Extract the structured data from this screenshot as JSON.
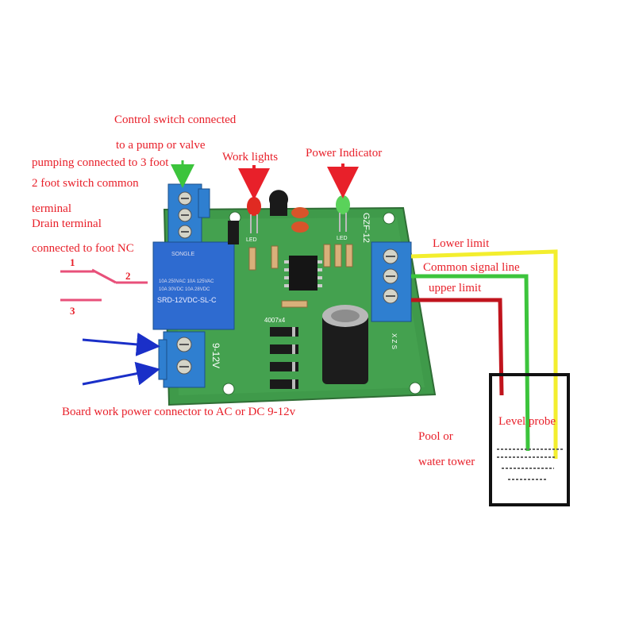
{
  "labels": {
    "control_switch_1": "Control switch connected",
    "control_switch_2": "to a pump or valve",
    "pumping": "pumping connected to 3 foot",
    "two_foot": "2 foot switch common",
    "terminal": "terminal",
    "drain": "Drain terminal",
    "connected_foot": "connected to  foot  NC",
    "work_lights": "Work lights",
    "power_indicator": "Power Indicator",
    "lower_limit": "Lower limit",
    "common_signal": "Common signal line",
    "upper_limit": "upper limit",
    "board_power": "Board work  power connector to AC or DC 9-12v",
    "level_probe": "Level probe",
    "pool_or": "Pool or",
    "water_tower": "water tower"
  },
  "switch_pins": {
    "pin1": "1",
    "pin2": "2",
    "pin3": "3"
  },
  "board": {
    "model": "GZF-12",
    "relay_brand": "SONGLE",
    "relay_rating_1": "10A 250VAC  10A 125VAC",
    "relay_rating_2": "10A 30VDC   10A 28VDC",
    "relay_model": "SRD-12VDC-SL-C",
    "voltage_label": "9-12V",
    "diode_label": "4007x4",
    "led1": "LED",
    "led2": "LED",
    "xzs": "X Z S"
  },
  "colors": {
    "pcb": "#3f9a4a",
    "terminal_block": "#2f7fd0",
    "label_red": "#e8202a",
    "wire_yellow": "#f3ee2e",
    "wire_green": "#3cc43c",
    "wire_red": "#c0141d",
    "arrow_blue": "#1a2fc8",
    "switch_pink": "#e8507a"
  }
}
